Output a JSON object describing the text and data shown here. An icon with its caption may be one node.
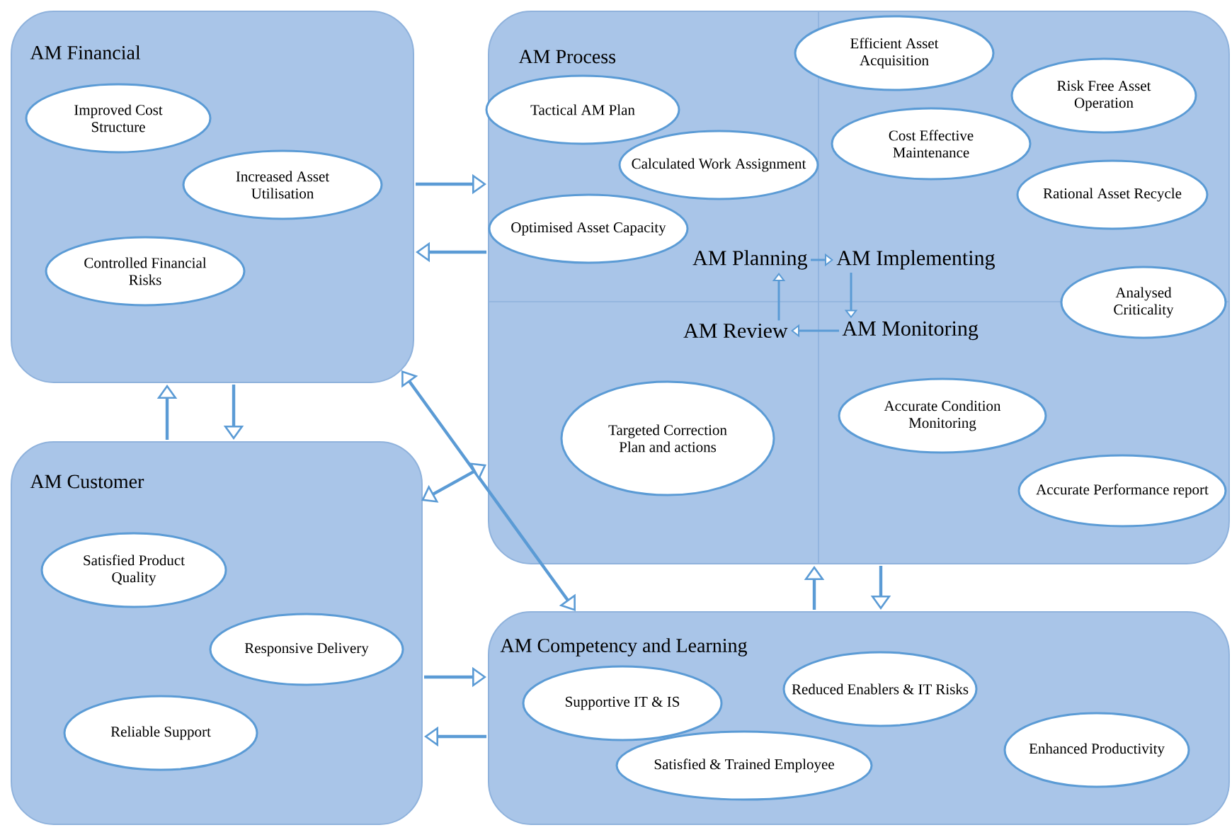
{
  "diagram": {
    "nodes": [
      {
        "text": [
          "AM Financial"
        ]
      },
      {
        "text": [
          "Improved Cost Structure"
        ],
        "in": 0
      },
      {
        "text": [
          "Increased Asset Utilisation"
        ],
        "in": 0
      },
      {
        "text": [
          "Controlled Financial Risks"
        ],
        "in": 0
      },
      {
        "text": [
          "AM Process"
        ]
      },
      {
        "text": [
          "Tactical AM Plan"
        ],
        "in": 4
      },
      {
        "text": [
          "Calculated Work Assignment"
        ],
        "in": 4
      },
      {
        "text": [
          "Optimised Asset Capacity"
        ],
        "in": 4
      },
      {
        "text": [
          "Efficient Asset Acquisition"
        ],
        "in": 4
      },
      {
        "text": [
          "Risk Free Asset Operation"
        ],
        "in": 4
      },
      {
        "text": [
          "Cost Effective Maintenance"
        ],
        "in": 4
      },
      {
        "text": [
          "Rational Asset Recycle"
        ],
        "in": 4
      },
      {
        "text": [
          "AM Planning"
        ],
        "in": 4
      },
      {
        "text": [
          "AM Implementing"
        ],
        "in": 4
      },
      {
        "text": [
          "AM Review"
        ],
        "in": 4
      },
      {
        "text": [
          "AM Monitoring"
        ],
        "in": 4
      },
      {
        "text": [
          "Analysed Criticality"
        ],
        "in": 4
      },
      {
        "text": [
          "Targeted Correction Plan and actions"
        ],
        "in": 4
      },
      {
        "text": [
          "Accurate Condition Monitoring"
        ],
        "in": 4
      },
      {
        "text": [
          "Accurate Performance report"
        ],
        "in": 4
      },
      {
        "text": [
          "AM Customer"
        ]
      },
      {
        "text": [
          "Satisfied Product Quality"
        ],
        "in": 20
      },
      {
        "text": [
          "Responsive Delivery"
        ],
        "in": 20
      },
      {
        "text": [
          "Reliable Support"
        ],
        "in": 20
      },
      {
        "text": [
          "AM Competency and Learning"
        ]
      },
      {
        "text": [
          "Supportive IT & IS"
        ],
        "in": 24
      },
      {
        "text": [
          "Reduced Enablers & IT Risks"
        ],
        "in": 24
      },
      {
        "text": [
          "Satisfied & Trained Employee"
        ],
        "in": 24
      },
      {
        "text": [
          "Enhanced Productivity"
        ],
        "in": 24
      }
    ],
    "edges": [
      {
        "from": 0,
        "to": 4,
        "arrow": "to"
      },
      {
        "from": 4,
        "to": 0,
        "arrow": "to"
      },
      {
        "from": 20,
        "to": 0,
        "arrow": "to"
      },
      {
        "from": 0,
        "to": 20,
        "arrow": "to"
      },
      {
        "from": 4,
        "to": 24,
        "arrow": "to"
      },
      {
        "from": 24,
        "to": 4,
        "arrow": "to"
      },
      {
        "from": 20,
        "to": 24,
        "arrow": "to"
      },
      {
        "from": 24,
        "to": 20,
        "arrow": "to"
      },
      {
        "from": 0,
        "to": 24,
        "arrow": "both"
      },
      {
        "from": 20,
        "to": 4,
        "arrow": "both"
      },
      {
        "from": 12,
        "to": 13,
        "arrow": "to"
      },
      {
        "from": 13,
        "to": 15,
        "arrow": "to"
      },
      {
        "from": 15,
        "to": 14,
        "arrow": "to"
      },
      {
        "from": 14,
        "to": 12,
        "arrow": "to"
      }
    ]
  }
}
